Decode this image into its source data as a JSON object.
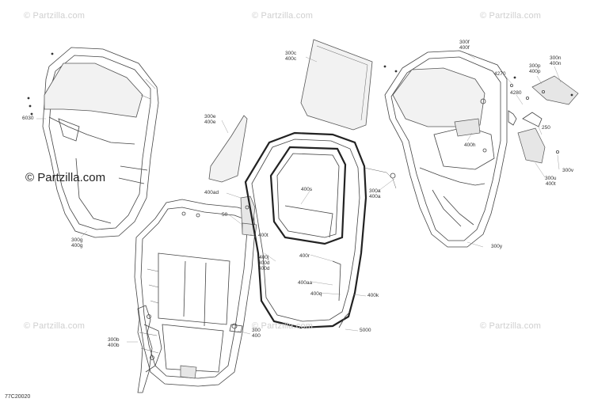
{
  "watermarks": {
    "text": "© Partzilla.com",
    "main": "© Partzilla.com"
  },
  "diagram_code": "77C20020",
  "callouts": {
    "c6030": "6030",
    "c300g_400g": "300g\n400g",
    "c300c_400c": "300c\n400c",
    "c300e_400e": "300e\n400e",
    "c400ad": "400ad",
    "c50": "50",
    "c400t": "400t",
    "c400j_300d_400d": "400j\n300d\n400d",
    "c400s": "400s",
    "c400r": "400r",
    "c300a_400a": "300a\n400a",
    "c400aa": "400aa",
    "c400q": "400q",
    "c400k": "400k",
    "c5000": "5000",
    "c300_400": "300\n400",
    "c300b_400b": "300b\n400b",
    "c300f_400f": "300f\n400f",
    "c4270": "4270",
    "c300p_400p": "300p\n400p",
    "c300n_400n": "300n\n400n",
    "c4280": "4280",
    "c250": "250",
    "c400h": "400h",
    "c300u_400t": "300u\n400t",
    "c300v": "300v",
    "c300y": "300y"
  }
}
